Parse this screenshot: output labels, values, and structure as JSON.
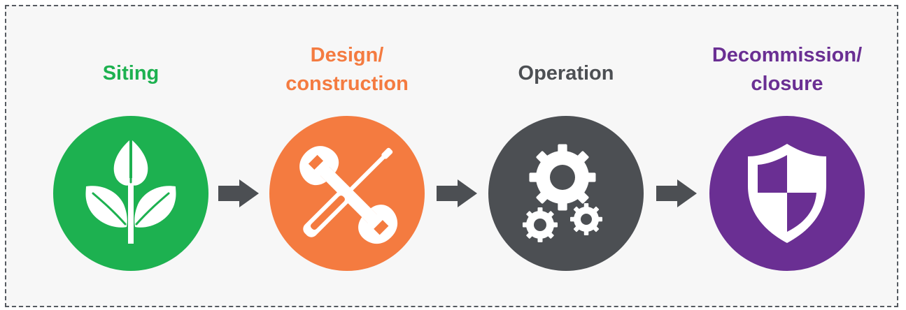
{
  "stages": [
    {
      "line1": "Siting",
      "line2": "",
      "color": "#1db150",
      "icon": "plant-icon"
    },
    {
      "line1": "Design/",
      "line2": "construction",
      "color": "#f47b40",
      "icon": "tools-icon"
    },
    {
      "line1": "Operation",
      "line2": "",
      "color": "#4c4f53",
      "icon": "gears-icon"
    },
    {
      "line1": "Decommission/",
      "line2": "closure",
      "color": "#6a2f93",
      "icon": "shield-icon"
    }
  ],
  "arrow_color": "#4c4f53",
  "frame_color": "#555a60"
}
